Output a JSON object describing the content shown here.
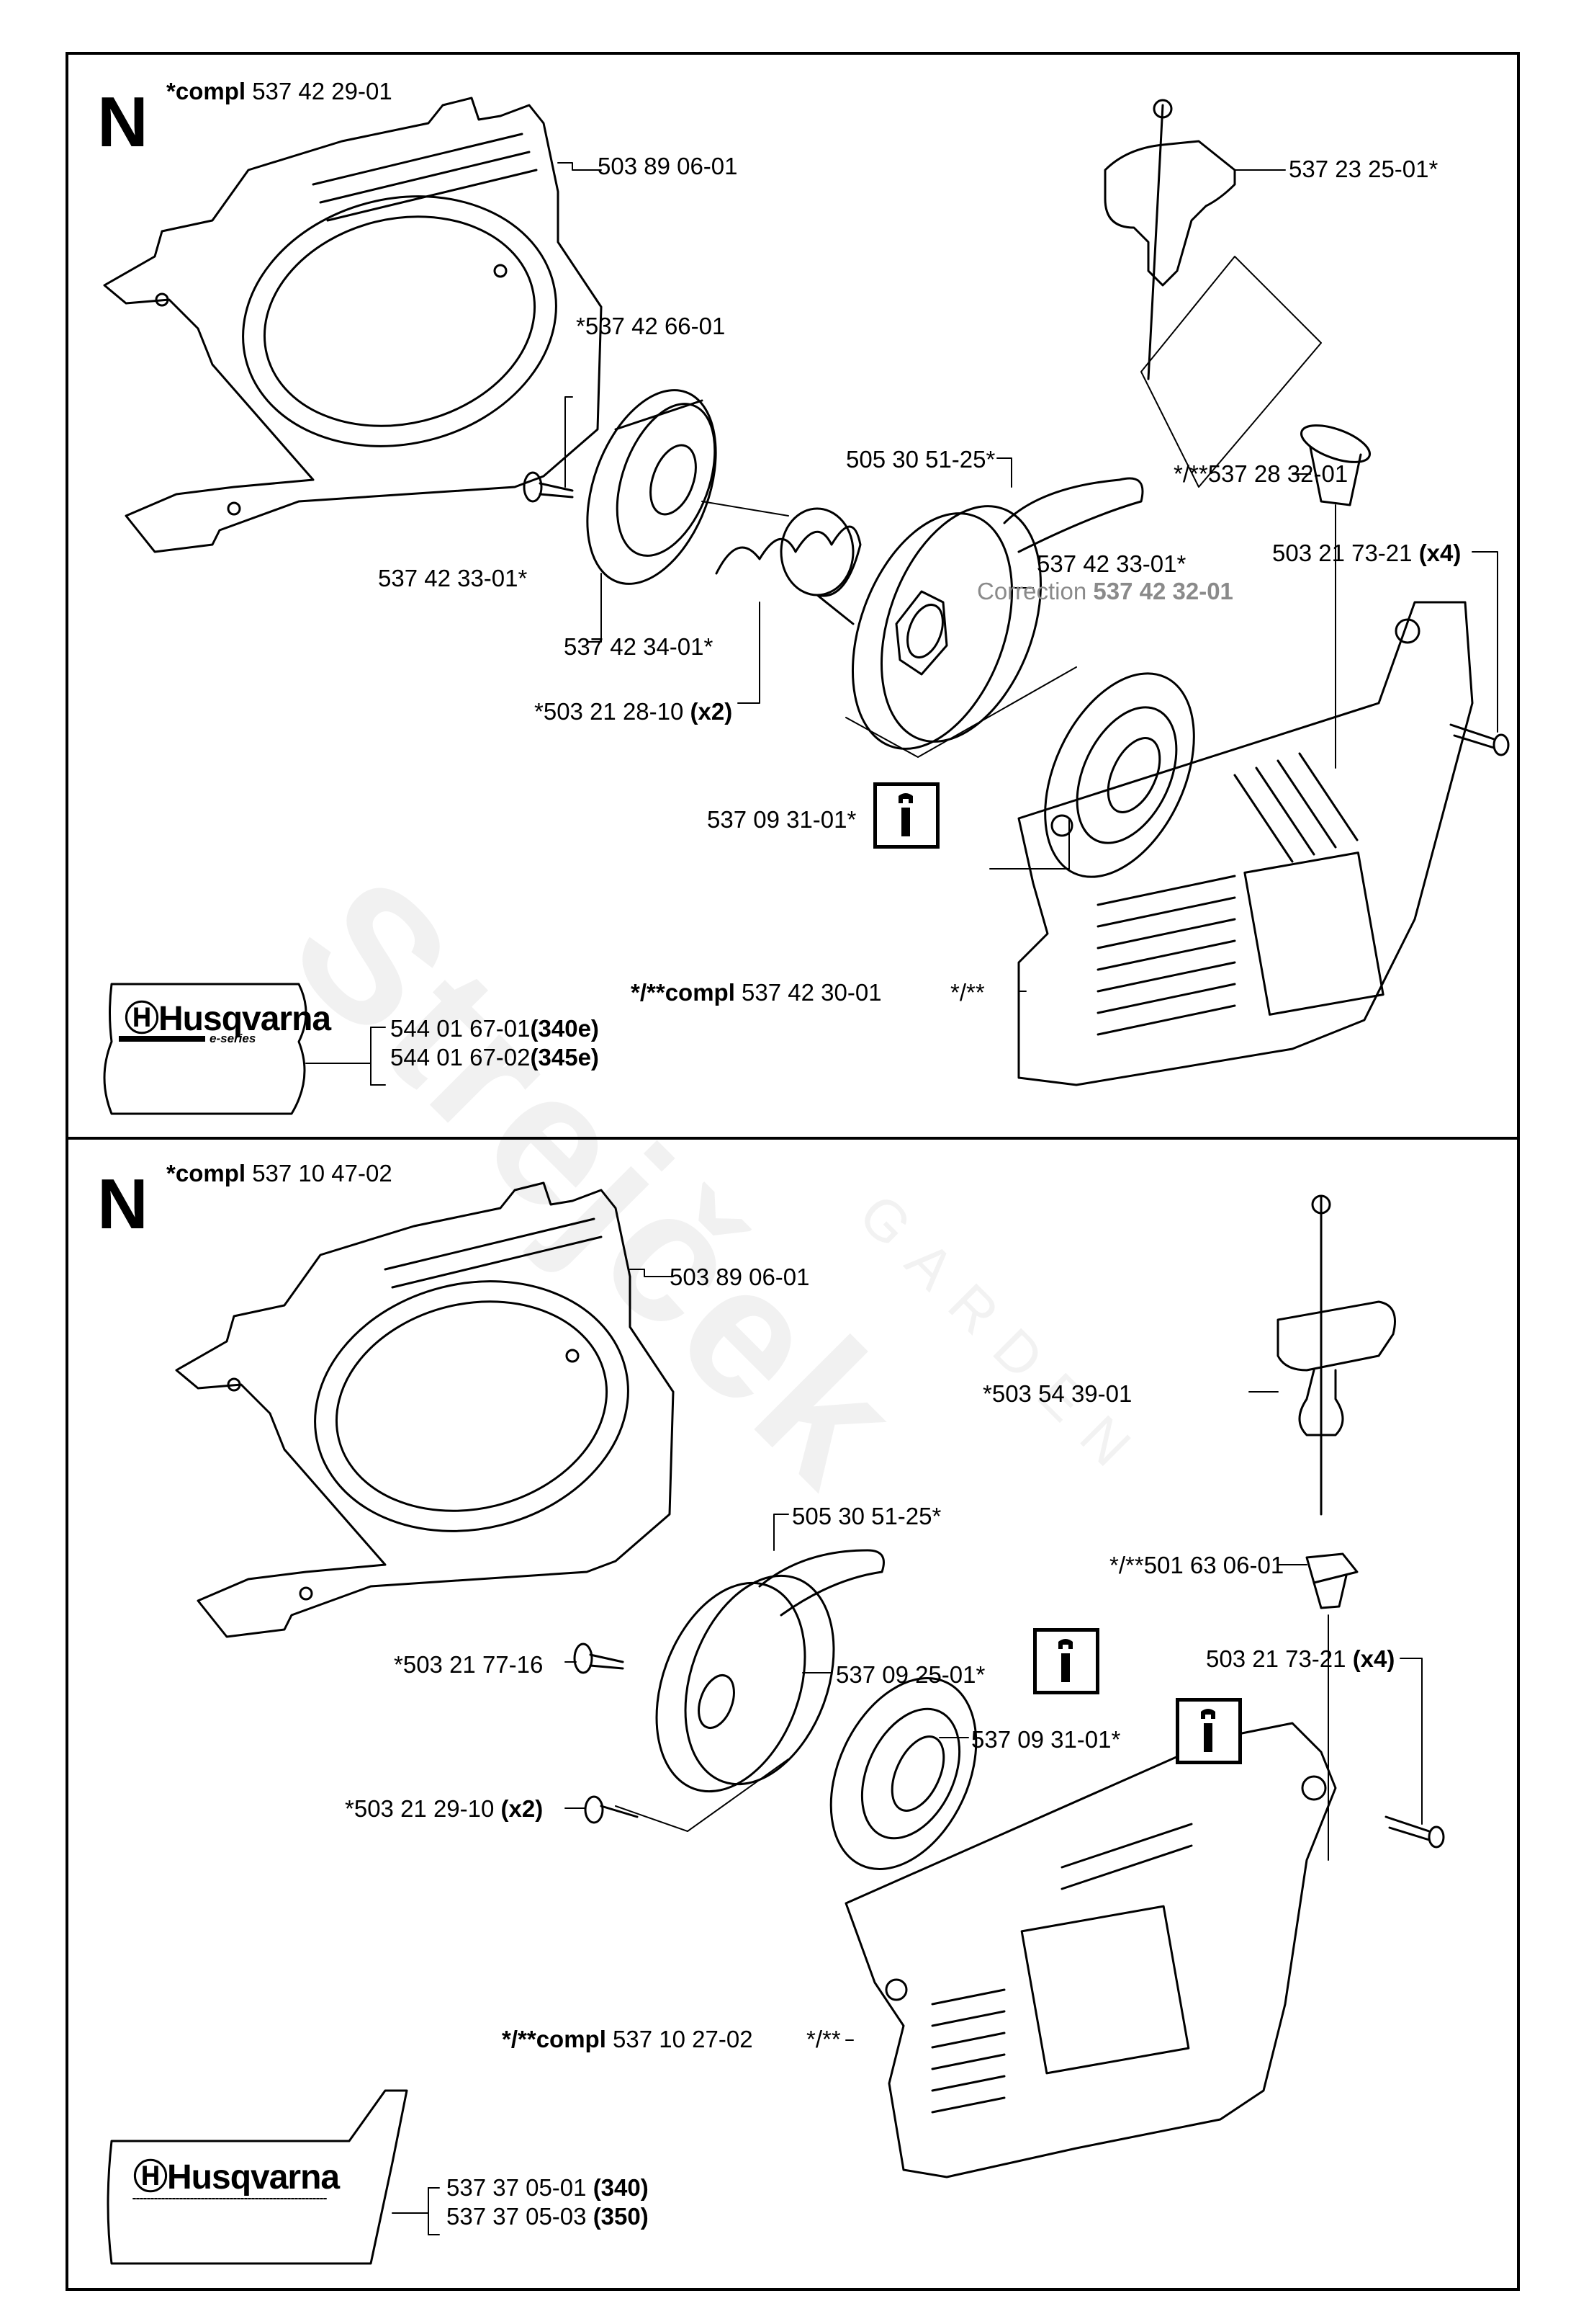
{
  "watermark": {
    "brand": "Strejček",
    "sub": "GARDEN"
  },
  "top_panel": {
    "section_letter": "N",
    "assembly": {
      "prefix": "*compl",
      "number": "537 42 29-01"
    },
    "parts": {
      "crankcase_cover": "503 89 06-01",
      "starter_handle": "537 23 25-01*",
      "screw_top": "*537 42 66-01",
      "rope_guide": "*/**537 28 32-01",
      "pulley_housing": "537 42 33-01*",
      "rope": "505 30 51-25*",
      "spring": "537 42 34-01*",
      "pulley": "537 42 33-01*",
      "correction_label": "Correction",
      "correction_number": "537 42 32-01",
      "cover_screw": {
        "number": "503 21 73-21",
        "qty": "(x4)"
      },
      "pulley_screws": {
        "number": "*503 21 28-10",
        "qty": "(x2)"
      },
      "recoil_spring": "537 09 31-01*",
      "starter_cover": {
        "prefix": "*/**compl",
        "number": "537 42 30-01"
      },
      "starter_cover_mark": "*/**"
    },
    "decal": {
      "brand": "Husqvarna",
      "series": "e-series",
      "variants": [
        {
          "number": "544 01 67-01",
          "model": "(340e)"
        },
        {
          "number": "544 01 67-02",
          "model": "(345e)"
        }
      ]
    }
  },
  "bottom_panel": {
    "section_letter": "N",
    "assembly": {
      "prefix": "*compl",
      "number": "537 10 47-02"
    },
    "parts": {
      "crankcase_cover": "503 89 06-01",
      "starter_handle": "*503 54 39-01",
      "rope_guide": "*/**501 63 06-01",
      "rope": "505 30 51-25*",
      "center_screw": "*503 21 77-16",
      "pulley": "537 09 25-01*",
      "cover_screw": {
        "number": "503 21 73-21",
        "qty": "(x4)"
      },
      "recoil_spring": "537 09 31-01*",
      "pulley_screws": {
        "number": "*503 21 29-10",
        "qty": "(x2)"
      },
      "starter_cover": {
        "prefix": "*/**compl",
        "number": "537 10 27-02"
      },
      "starter_cover_mark": "*/**"
    },
    "decal": {
      "brand": "Husqvarna",
      "variants": [
        {
          "number": "537 37 05-01",
          "model": "(340)"
        },
        {
          "number": "537 37 05-03",
          "model": "(350)"
        }
      ]
    }
  },
  "icons": {
    "service_tool": "wrench-icon"
  }
}
